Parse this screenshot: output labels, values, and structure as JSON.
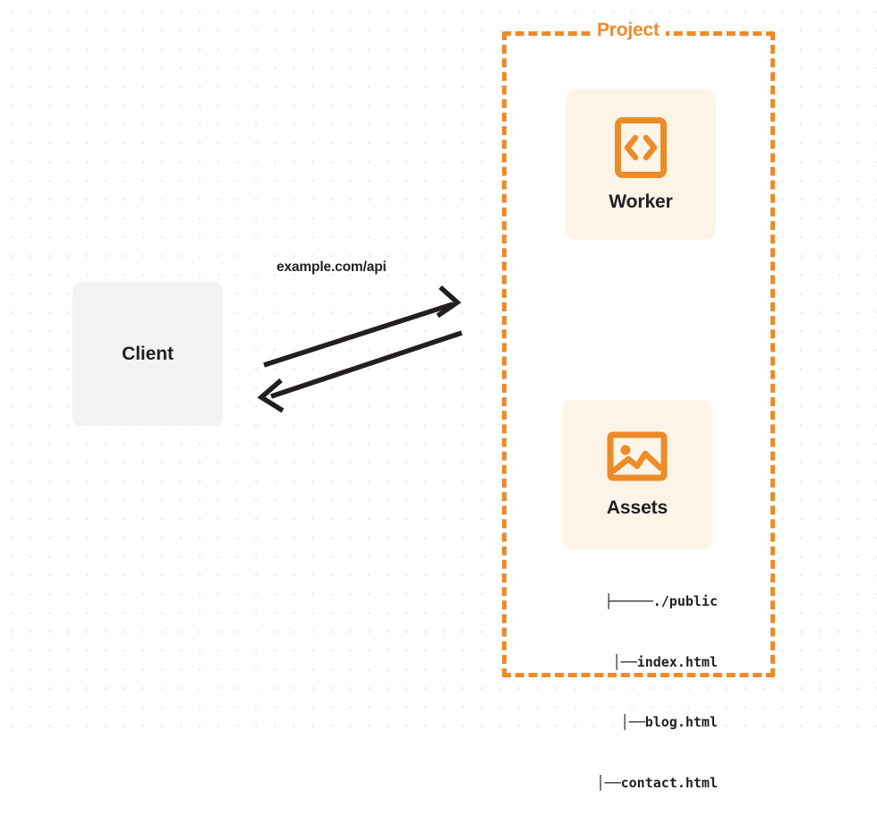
{
  "diagram": {
    "type": "architecture-flow",
    "background": "dotted-grid",
    "colors": {
      "accent_orange": "#ed8b28",
      "card_background": "#fdf4e8",
      "client_background": "#f2f3f5",
      "text": "#231f20",
      "grid_dot": "#ececed",
      "arrow": "#231f20"
    },
    "client": {
      "label": "Client",
      "icon": "client-box"
    },
    "connection": {
      "label": "example.com/api",
      "request_direction": "client-to-project",
      "response_direction": "project-to-client",
      "arrow_count": 2
    },
    "project": {
      "label": "Project",
      "border_style": "dashed",
      "services": [
        {
          "label": "Worker",
          "icon": "code-brackets-icon"
        },
        {
          "label": "Assets",
          "icon": "image-picture-icon"
        }
      ],
      "file_tree": {
        "rows": [
          {
            "branch": "├─────",
            "name": "./public"
          },
          {
            "branch": "│──",
            "name": "index.html"
          },
          {
            "branch": "│──",
            "name": "blog.html"
          },
          {
            "branch": "│──",
            "name": "contact.html"
          }
        ]
      }
    }
  }
}
